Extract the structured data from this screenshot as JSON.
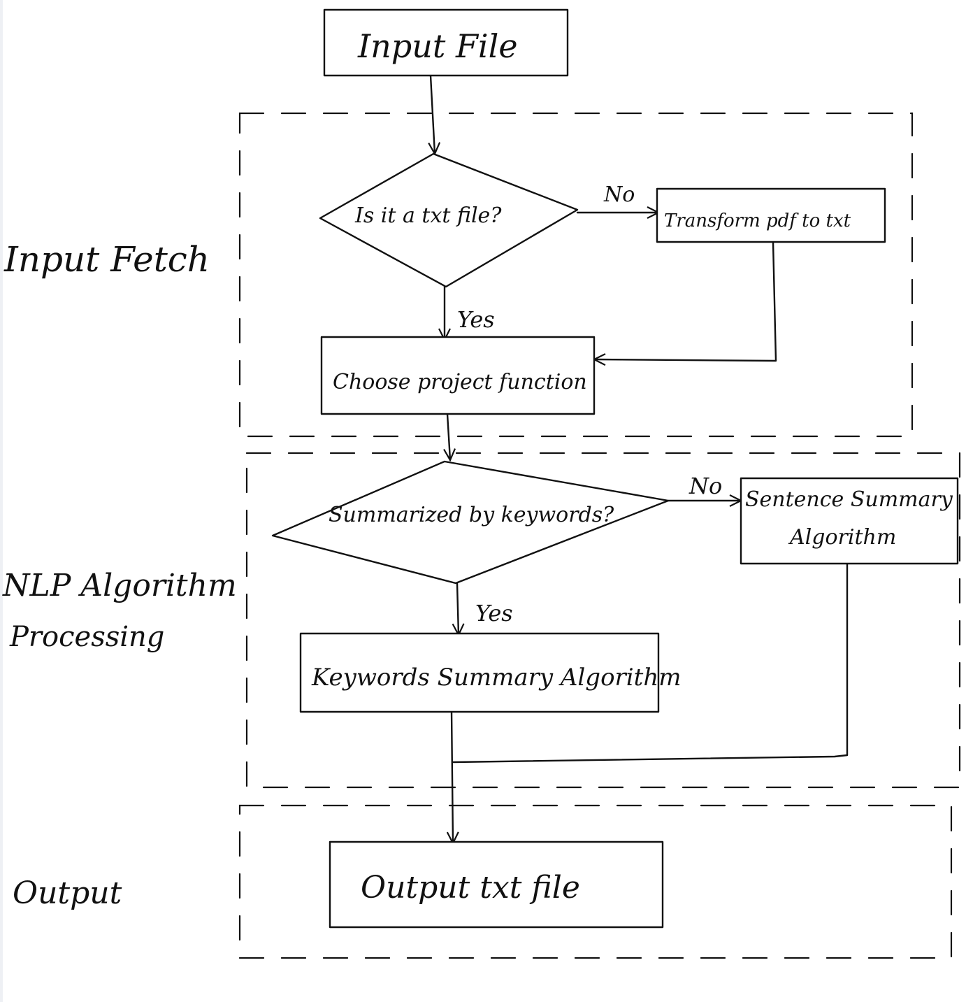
{
  "sections": {
    "input_fetch": "Input Fetch",
    "nlp_line1": "NLP Algorithm",
    "nlp_line2": "Processing",
    "output": "Output"
  },
  "nodes": {
    "input_file": "Input File",
    "is_txt": "Is it a txt file?",
    "transform": "Transform pdf to txt",
    "choose_function": "Choose project function",
    "summarized_by_keywords": "Summarized by keywords?",
    "sentence_summary_line1": "Sentence Summary",
    "sentence_summary_line2": "Algorithm",
    "keywords_summary": "Keywords Summary Algorithm",
    "output_file": "Output txt file"
  },
  "edge_labels": {
    "no_1": "No",
    "yes_1": "Yes",
    "no_2": "No",
    "yes_2": "Yes"
  }
}
